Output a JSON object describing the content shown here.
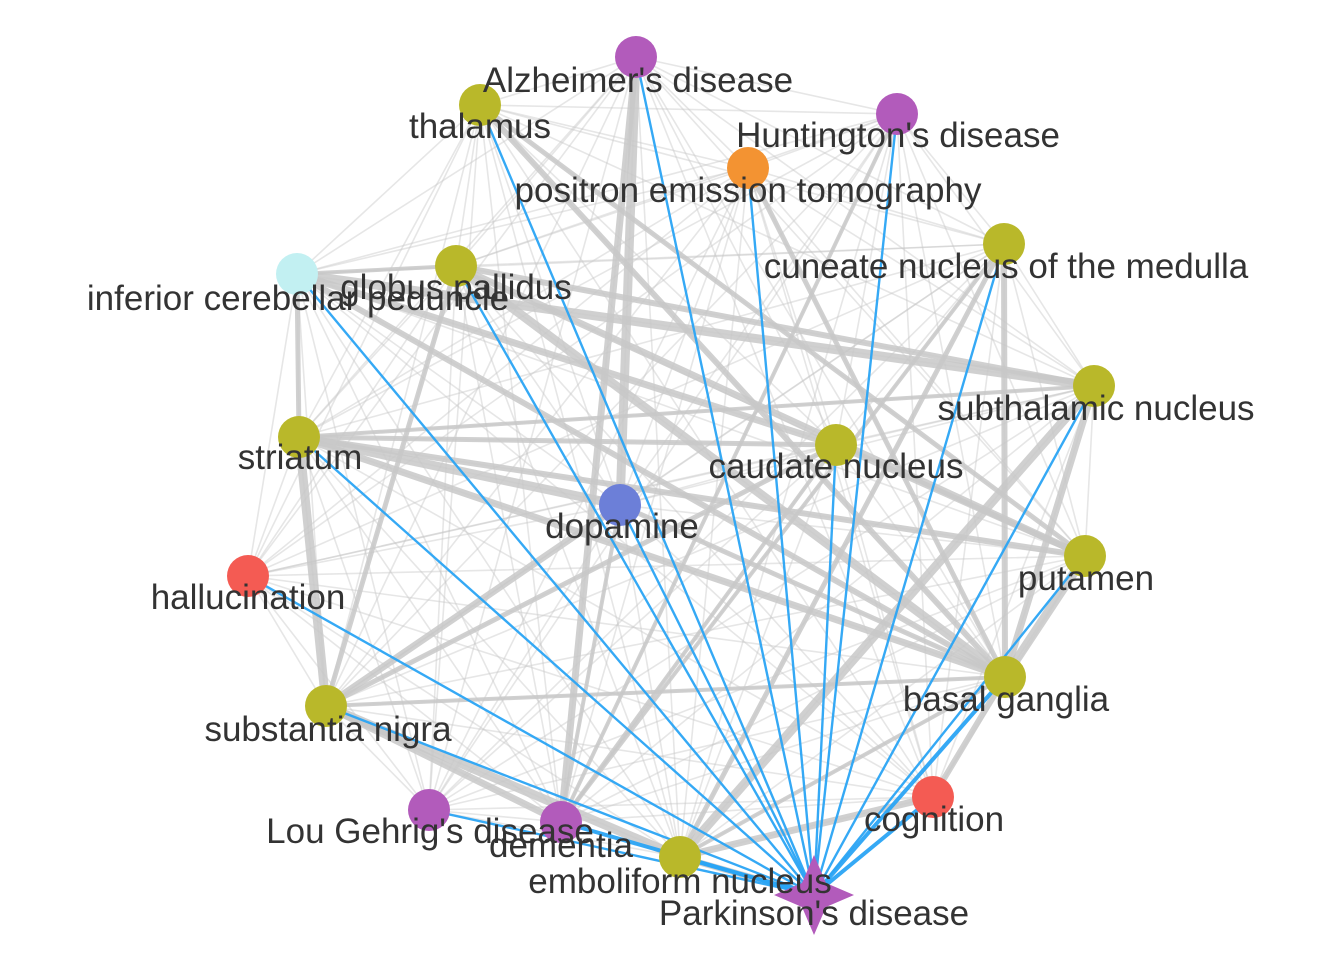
{
  "colors": {
    "background": "#ffffff",
    "edge_default": "#c8c8c8",
    "edge_highlight": "#2aa4f4",
    "label": "#333333",
    "anatomy": "#b9b82a",
    "disease": "#b25bbb",
    "symptom": "#f45b53",
    "method": "#f39332",
    "chemical": "#6c7fd8",
    "structure": "#c2f0f2"
  },
  "nodes": [
    {
      "id": "alz",
      "label": "Alzheimer's disease",
      "category": "disease"
    },
    {
      "id": "thal",
      "label": "thalamus",
      "category": "anatomy"
    },
    {
      "id": "hunt",
      "label": "Huntington's disease",
      "category": "disease"
    },
    {
      "id": "pet",
      "label": "positron emission tomography",
      "category": "method"
    },
    {
      "id": "cun",
      "label": "cuneate nucleus of the medulla",
      "category": "anatomy"
    },
    {
      "id": "icp",
      "label": "inferior cerebellar peduncle",
      "category": "structure"
    },
    {
      "id": "gp",
      "label": "globus pallidus",
      "category": "anatomy"
    },
    {
      "id": "stn",
      "label": "subthalamic nucleus",
      "category": "anatomy"
    },
    {
      "id": "str",
      "label": "striatum",
      "category": "anatomy"
    },
    {
      "id": "cau",
      "label": "caudate nucleus",
      "category": "anatomy"
    },
    {
      "id": "dop",
      "label": "dopamine",
      "category": "chemical"
    },
    {
      "id": "put",
      "label": "putamen",
      "category": "anatomy"
    },
    {
      "id": "hal",
      "label": "hallucination",
      "category": "symptom"
    },
    {
      "id": "bg",
      "label": "basal ganglia",
      "category": "anatomy"
    },
    {
      "id": "sn",
      "label": "substantia nigra",
      "category": "anatomy"
    },
    {
      "id": "cog",
      "label": "cognition",
      "category": "symptom"
    },
    {
      "id": "lou",
      "label": "Lou Gehrig's disease",
      "category": "disease"
    },
    {
      "id": "dem",
      "label": "dementia",
      "category": "disease"
    },
    {
      "id": "emb",
      "label": "emboliform nucleus",
      "category": "anatomy"
    },
    {
      "id": "pd",
      "label": "Parkinson's disease",
      "category": "disease",
      "shape": "star"
    }
  ],
  "strong_edges": [
    [
      "str",
      "sn"
    ],
    [
      "str",
      "bg"
    ],
    [
      "str",
      "put"
    ],
    [
      "str",
      "cau"
    ],
    [
      "str",
      "stn"
    ],
    [
      "icp",
      "stn"
    ],
    [
      "icp",
      "cau"
    ],
    [
      "icp",
      "bg"
    ],
    [
      "icp",
      "str"
    ],
    [
      "icp",
      "gp"
    ],
    [
      "gp",
      "bg"
    ],
    [
      "gp",
      "put"
    ],
    [
      "gp",
      "stn"
    ],
    [
      "gp",
      "sn"
    ],
    [
      "sn",
      "bg"
    ],
    [
      "sn",
      "emb"
    ],
    [
      "sn",
      "dem"
    ],
    [
      "cau",
      "put"
    ],
    [
      "cau",
      "sn"
    ],
    [
      "cau",
      "dem"
    ],
    [
      "bg",
      "put"
    ],
    [
      "bg",
      "stn"
    ],
    [
      "bg",
      "cog"
    ],
    [
      "bg",
      "dop"
    ],
    [
      "bg",
      "emb"
    ],
    [
      "alz",
      "dop"
    ],
    [
      "alz",
      "dem"
    ],
    [
      "thal",
      "bg"
    ],
    [
      "thal",
      "put"
    ],
    [
      "dop",
      "dem"
    ],
    [
      "dop",
      "str"
    ],
    [
      "dop",
      "sn"
    ],
    [
      "cun",
      "bg"
    ],
    [
      "cun",
      "emb"
    ],
    [
      "cun",
      "dem"
    ],
    [
      "stn",
      "emb"
    ],
    [
      "emb",
      "cog"
    ],
    [
      "emb",
      "pd"
    ],
    [
      "pet",
      "bg"
    ],
    [
      "hunt",
      "dem"
    ]
  ]
}
